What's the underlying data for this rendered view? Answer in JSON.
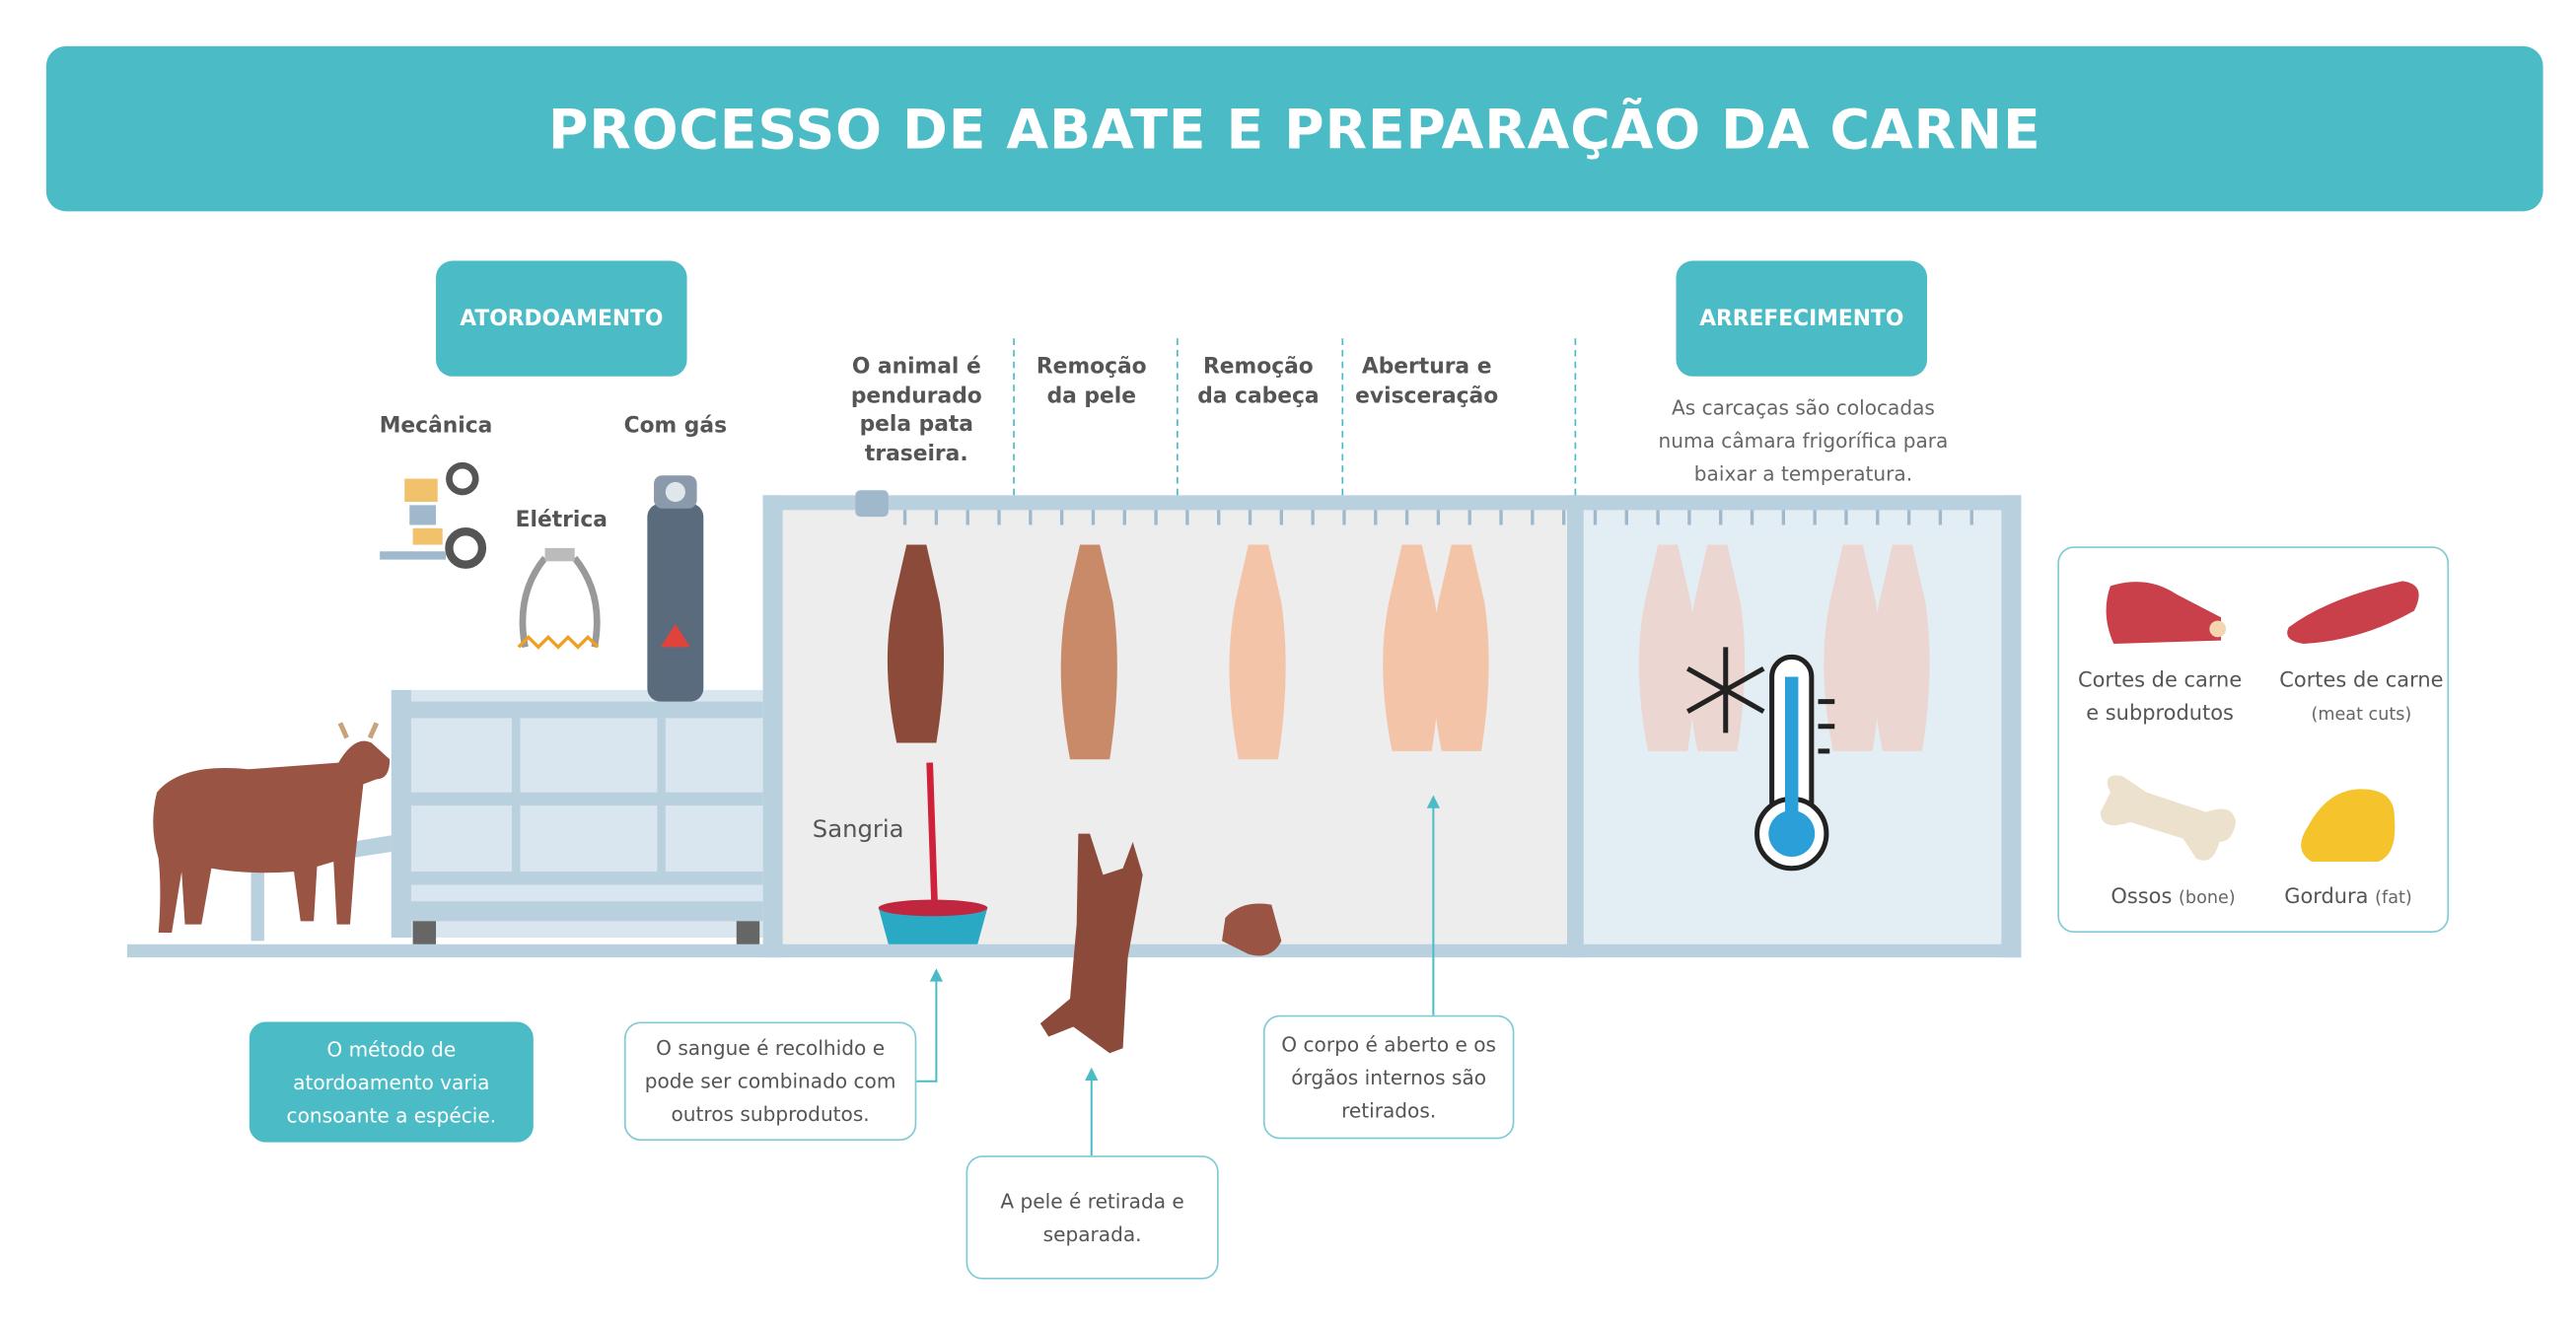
{
  "title": "PROCESSO DE ABATE E PREPARAÇÃO DA CARNE",
  "badges": {
    "stunning": "ATORDOAMENTO",
    "cooling": "ARREFECIMENTO"
  },
  "stunning_methods": {
    "mechanical": "Mecânica",
    "electric": "Elétrica",
    "gas": "Com gás"
  },
  "steps": [
    {
      "lines": [
        "O animal é",
        "pendurado",
        "pela pata",
        "traseira."
      ]
    },
    {
      "lines": [
        "Remoção",
        "da pele"
      ]
    },
    {
      "lines": [
        "Remoção",
        "da cabeça"
      ]
    },
    {
      "lines": [
        "Abertura e",
        "evisceração"
      ]
    }
  ],
  "cooling_note": [
    "As carcaças são colocadas",
    "numa câmara frigorífica para",
    "baixar a temperatura."
  ],
  "bleeding_label": "Sangria",
  "callouts": {
    "stunning": [
      "O método de",
      "atordoamento varia",
      "consoante a espécie."
    ],
    "blood": [
      "O sangue é recolhido e",
      "pode ser combinado com",
      "outros subprodutos."
    ],
    "skin": [
      "A pele é retirada e",
      "separada."
    ],
    "evisceration": [
      "O corpo é aberto e os",
      "órgãos internos são",
      "retirados."
    ]
  },
  "legend": [
    {
      "label": "Cortes de carne",
      "label2": "e subprodutos",
      "sub": ""
    },
    {
      "label": "Cortes de carne",
      "label2": "",
      "sub": "(meat cuts)"
    },
    {
      "label": "Ossos",
      "label2": "",
      "sub": "(bone)"
    },
    {
      "label": "Gordura",
      "label2": "",
      "sub": "(fat)"
    }
  ],
  "colors": {
    "accent": "#4bbcc6",
    "frame": "#b9d0de",
    "meat": "#8b4a3a",
    "carcass": "#f3c4a8"
  }
}
